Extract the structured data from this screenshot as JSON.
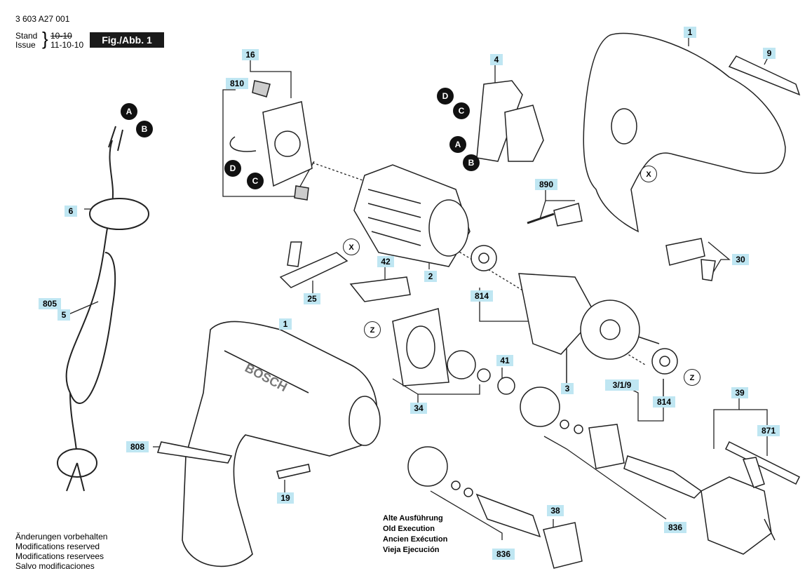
{
  "header": {
    "doc_number": "3 603 A27 001",
    "stand_label": "Stand",
    "issue_label": "Issue",
    "stand_date": "10-10",
    "issue_date": "11-10-10",
    "figure_label": "Fig./Abb. 1"
  },
  "notes": [
    "Änderungen vorbehalten",
    "Modifications reserved",
    "Modifications reservees",
    "Salvo modificaciones"
  ],
  "old_execution": [
    "Alte Ausführung",
    "Old Execution",
    "Ancien Exécution",
    "Vieja Ejecución"
  ],
  "part_labels": {
    "p1_top": "1",
    "p9": "9",
    "p4": "4",
    "p16": "16",
    "p810": "810",
    "p890": "890",
    "p6": "6",
    "p30": "30",
    "p2": "2",
    "p42": "42",
    "p25": "25",
    "p814a": "814",
    "p805": "805",
    "p5": "5",
    "p1_mid": "1",
    "p41": "41",
    "p3": "3",
    "p319": "3/1/9",
    "p814b": "814",
    "p34": "34",
    "p39": "39",
    "p871": "871",
    "p808": "808",
    "p19": "19",
    "p38": "38",
    "p836a": "836",
    "p836b": "836"
  },
  "connectors": {
    "A": "A",
    "B": "B",
    "C": "C",
    "D": "D",
    "X": "X",
    "Z": "Z"
  },
  "brand": "BOSCH",
  "colors": {
    "label_bg": "#bfe6f2",
    "badge_bg": "#1a1a1a",
    "line": "#222222"
  }
}
